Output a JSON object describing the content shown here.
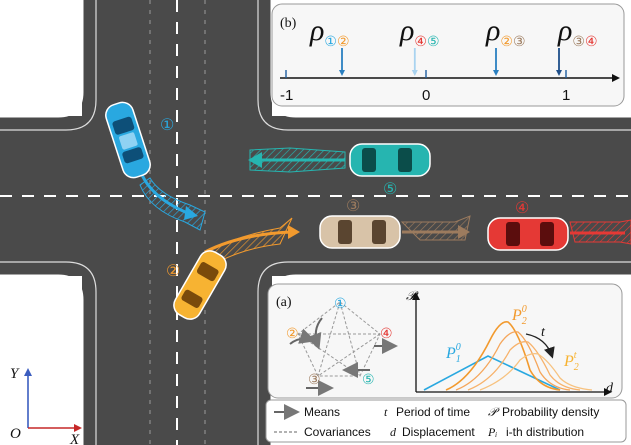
{
  "panel_b": {
    "label": "(b)",
    "rho_symbol": "ρ",
    "axis_ticks": [
      "-1",
      "0",
      "1"
    ],
    "pairs": [
      {
        "a": "①",
        "b": "②",
        "a_color": "#29a8e0",
        "b_color": "#f29a2e",
        "value": -0.6
      },
      {
        "a": "④",
        "b": "⑤",
        "a_color": "#e53935",
        "b_color": "#26b5b0",
        "value": -0.08
      },
      {
        "a": "②",
        "b": "③",
        "a_color": "#f29a2e",
        "b_color": "#9c7b5e",
        "value": 0.5
      },
      {
        "a": "③",
        "b": "④",
        "a_color": "#9c7b5e",
        "b_color": "#e53935",
        "value": 0.95
      }
    ]
  },
  "vehicles": [
    {
      "id": "①",
      "color": "#29a8e0"
    },
    {
      "id": "②",
      "color": "#f29a2e"
    },
    {
      "id": "③",
      "color": "#9c7b5e"
    },
    {
      "id": "④",
      "color": "#e53935"
    },
    {
      "id": "⑤",
      "color": "#26b5b0"
    }
  ],
  "panel_a": {
    "label": "(a)",
    "nodes": [
      "①",
      "②",
      "③",
      "④",
      "⑤"
    ],
    "y_axis_symbol": "𝒫",
    "x_axis_symbol": "d",
    "curve_labels": {
      "p10": "P",
      "p10_sub": "1",
      "p10_sup": "0",
      "p20": "P",
      "p20_sub": "2",
      "p20_sup": "0",
      "p2t": "P",
      "p2t_sub": "2",
      "p2t_sup": "t",
      "t": "t"
    }
  },
  "axes": {
    "origin": "O",
    "x": "X",
    "y": "Y"
  },
  "legend": {
    "means_label": "Means",
    "covariances_label": "Covariances",
    "t_symbol": "t",
    "t_label": "Period of time",
    "d_symbol": "d",
    "d_label": "Displacement",
    "p_symbol": "𝒫",
    "p_label": "Probability density",
    "pi_symbol": "Pᵢ",
    "pi_label": "i-th distribution"
  },
  "colors": {
    "road": "#4a4a4a",
    "vehicle1": "#29a8e0",
    "vehicle2": "#f29a2e",
    "vehicle3": "#9c7b5e",
    "vehicle4": "#e53935",
    "vehicle5": "#26b5b0"
  }
}
